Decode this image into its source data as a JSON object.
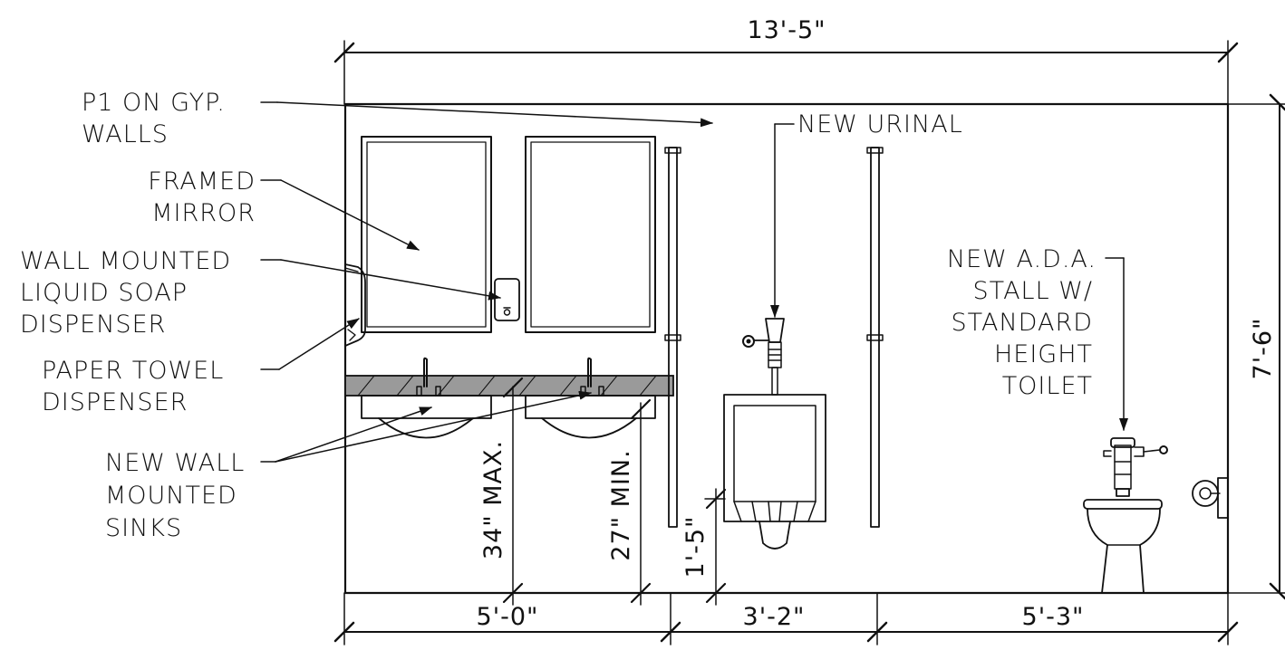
{
  "dimensions": {
    "overall_width": "13'-5\"",
    "height": "7'-6\"",
    "segment_sinks": "5'-0\"",
    "segment_urinal": "3'-2\"",
    "segment_stall": "5'-3\"",
    "sink_max": "34\" MAX.",
    "sink_min": "27\" MIN.",
    "urinal_rim": "1'-5\""
  },
  "labels": {
    "walls": [
      "P1 ON GYP.",
      "WALLS"
    ],
    "mirror": [
      "FRAMED",
      "MIRROR"
    ],
    "soap": [
      "WALL MOUNTED",
      "LIQUID SOAP",
      "DISPENSER"
    ],
    "towel": [
      "PAPER TOWEL",
      "DISPENSER"
    ],
    "sinks": [
      "NEW WALL",
      "MOUNTED",
      "SINKS"
    ],
    "urinal": "NEW URINAL",
    "stall": [
      "NEW A.D.A.",
      "STALL W/",
      "STANDARD",
      "HEIGHT",
      "TOILET"
    ]
  },
  "colors": {
    "line": "#111111",
    "countertop": "#999999",
    "background": "#ffffff"
  }
}
